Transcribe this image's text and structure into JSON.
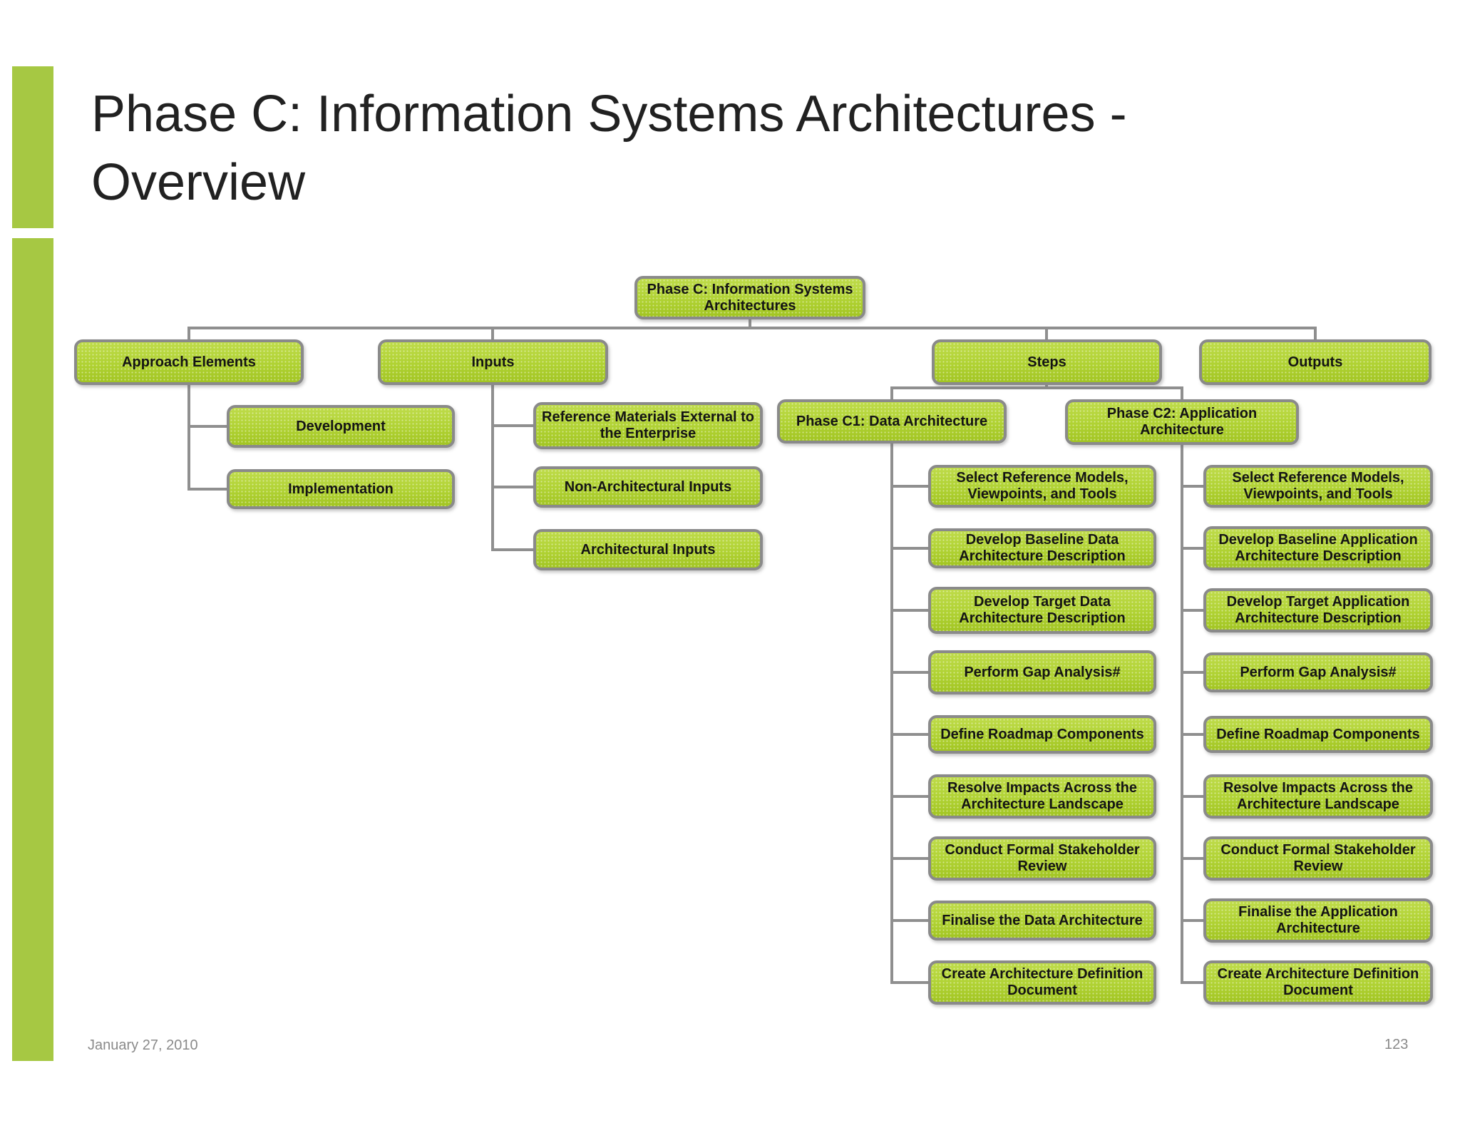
{
  "slide": {
    "title_line1": "Phase C: Information Systems Architectures -",
    "title_line2": "Overview",
    "footer": {
      "date": "January 27, 2010",
      "page_number": "123"
    }
  },
  "colors": {
    "accent_green": "#a6c843",
    "node_fill": "#b0d233",
    "node_border": "#8a8a8a",
    "connector_gray": "#8f8f8f",
    "title_text": "#212121",
    "footer_text": "#8a8a8a",
    "node_text": "#141414"
  },
  "diagram": {
    "root": "Phase C: Information Systems Architectures",
    "level1": {
      "approach": "Approach Elements",
      "inputs": "Inputs",
      "steps": "Steps",
      "outputs": "Outputs"
    },
    "approach_children": {
      "development": "Development",
      "implementation": "Implementation"
    },
    "inputs_children": {
      "reference_materials": "Reference Materials External to the Enterprise",
      "non_architectural": "Non-Architectural Inputs",
      "architectural": "Architectural Inputs"
    },
    "steps_children": {
      "c1": "Phase C1: Data Architecture",
      "c2": "Phase C2: Application Architecture"
    },
    "c1_steps": [
      "Select Reference Models, Viewpoints, and Tools",
      "Develop Baseline Data Architecture Description",
      "Develop Target Data Architecture Description",
      "Perform Gap Analysis#",
      "Define Roadmap Components",
      "Resolve Impacts Across the Architecture Landscape",
      "Conduct Formal Stakeholder Review",
      "Finalise the Data Architecture",
      "Create Architecture Definition Document"
    ],
    "c2_steps": [
      "Select Reference Models, Viewpoints, and Tools",
      "Develop Baseline Application Architecture Description",
      "Develop Target Application Architecture Description",
      "Perform Gap Analysis#",
      "Define Roadmap Components",
      "Resolve Impacts Across the Architecture Landscape",
      "Conduct Formal Stakeholder Review",
      "Finalise the Application Architecture",
      "Create Architecture Definition Document"
    ]
  }
}
